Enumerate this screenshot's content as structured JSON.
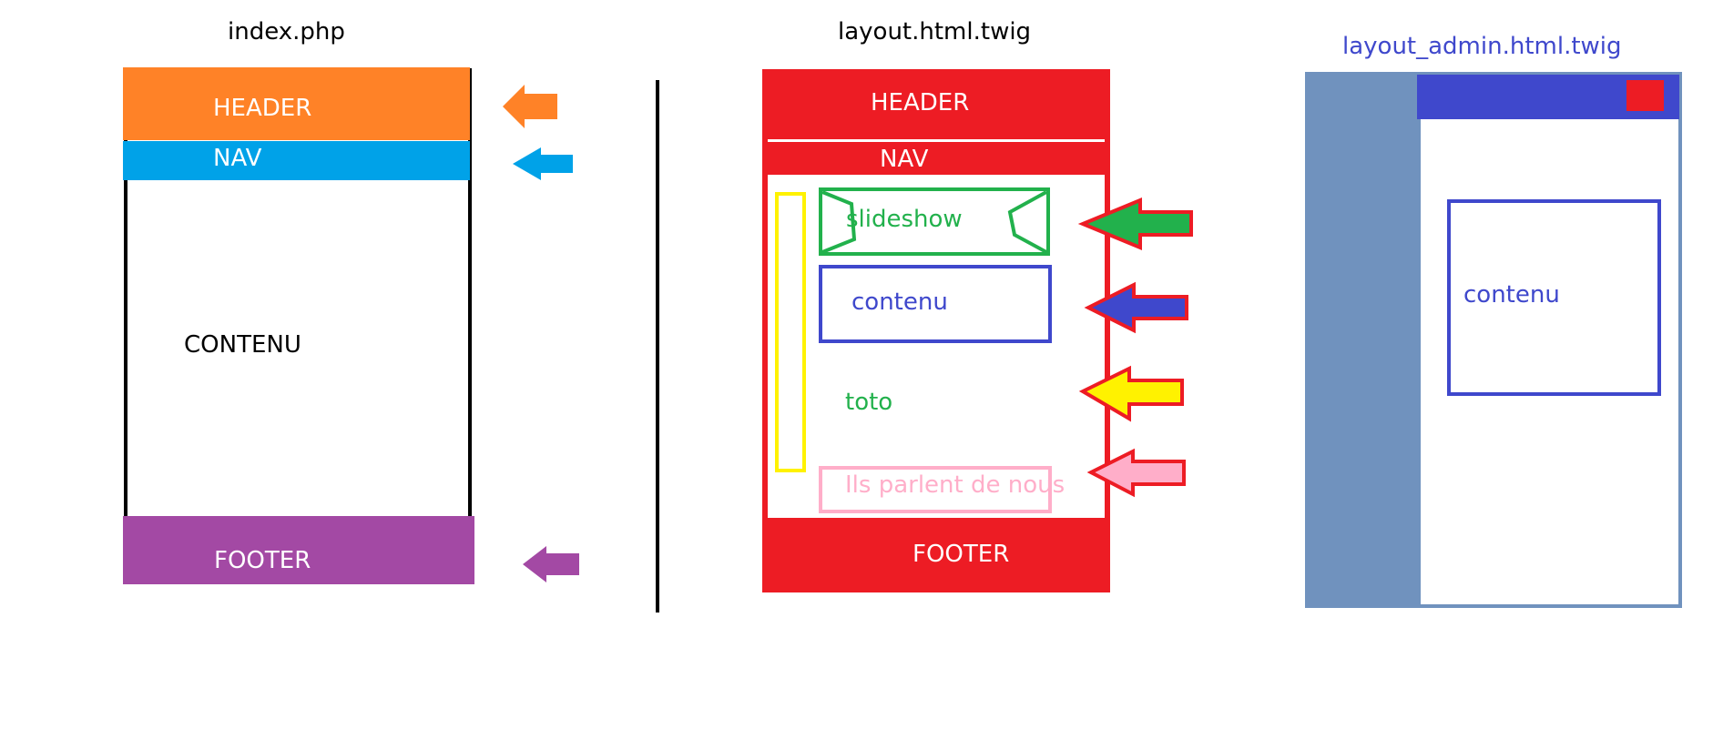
{
  "index_panel": {
    "title": "index.php",
    "header": "HEADER",
    "nav": "NAV",
    "content": "CONTENU",
    "footer": "FOOTER"
  },
  "layout_panel": {
    "title": "layout.html.twig",
    "header": "HEADER",
    "nav": "NAV",
    "slideshow": "slideshow",
    "contenu": "contenu",
    "toto": "toto",
    "ils_parlent": "Ils parlent de nous",
    "footer": "FOOTER"
  },
  "admin_panel": {
    "title": "layout_admin.html.twig",
    "contenu": "contenu"
  },
  "colors": {
    "orange": "#ff8227",
    "cyan": "#00a2e8",
    "purple": "#a349a4",
    "red": "#ed1c24",
    "green": "#22b14c",
    "blue": "#3f48cc",
    "yellow": "#fff200",
    "pink": "#ffaec9",
    "steel": "#7092be"
  }
}
